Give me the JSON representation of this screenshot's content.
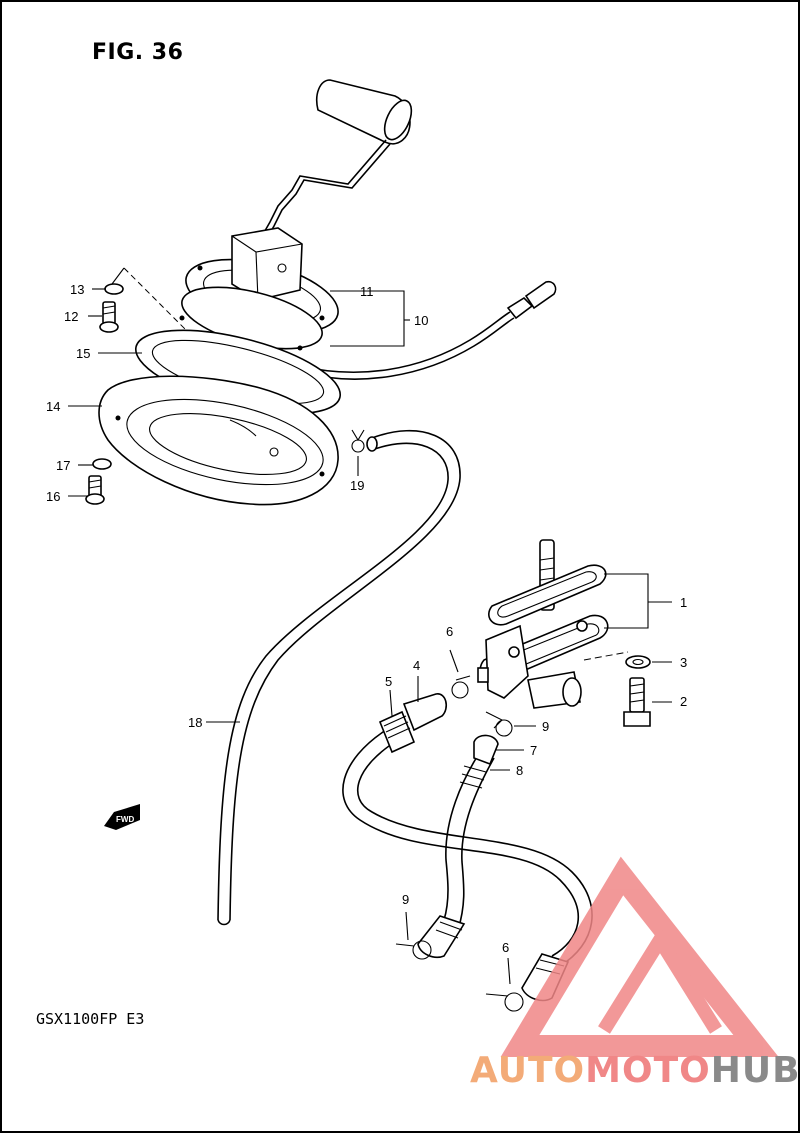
{
  "figure": {
    "title": "FIG. 36",
    "model_code": "GSX1100FP  E3"
  },
  "part_labels": {
    "p1": "1",
    "p2": "2",
    "p3": "3",
    "p4": "4",
    "p5": "5",
    "p6a": "6",
    "p6b": "6",
    "p7": "7",
    "p8": "8",
    "p9a": "9",
    "p9b": "9",
    "p10": "10",
    "p11": "11",
    "p12": "12",
    "p13": "13",
    "p14": "14",
    "p15": "15",
    "p16": "16",
    "p17": "17",
    "p18": "18",
    "p19": "19"
  },
  "direction_marker": {
    "text": "FWD"
  },
  "watermark": {
    "part_a": "AUTO",
    "part_b": "MOTO",
    "part_c": "HUB",
    "colors": {
      "orange": "#f3ab78",
      "red": "#f08787",
      "gray": "#8a8a8a"
    }
  }
}
